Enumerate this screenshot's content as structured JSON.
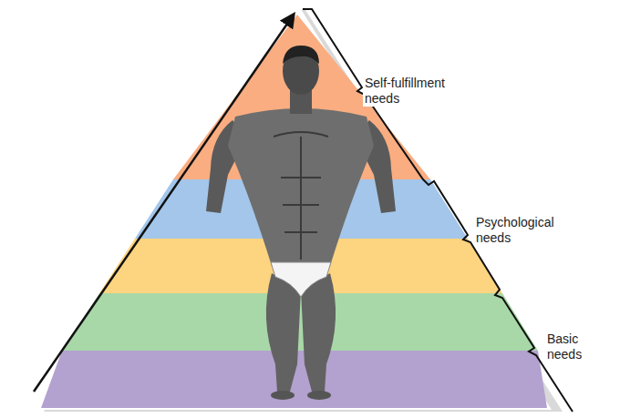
{
  "diagram": {
    "labels": [
      "Self-fulfillment needs",
      "Psychological needs",
      "Basic needs"
    ]
  }
}
